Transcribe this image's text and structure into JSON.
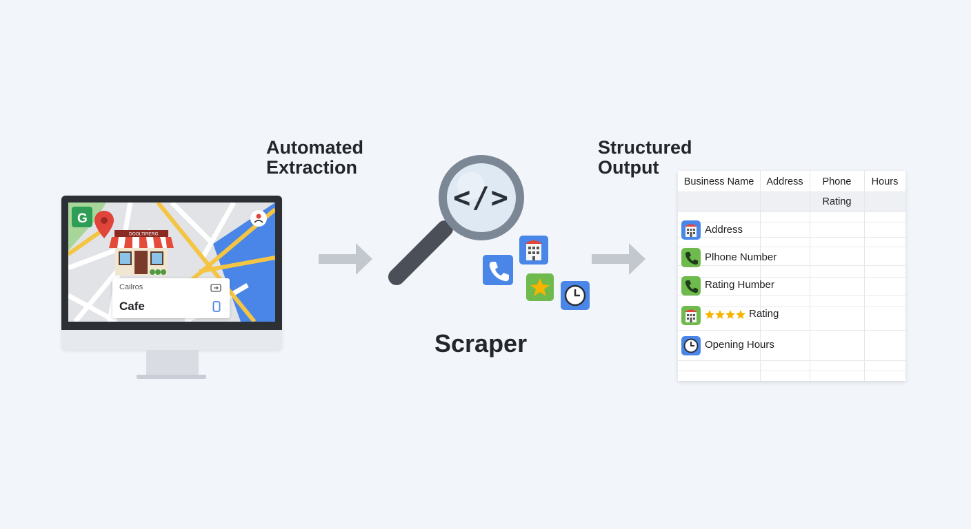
{
  "labels": {
    "automated": [
      "Automated",
      "Extraction"
    ],
    "structured": [
      "Structured",
      "Output"
    ],
    "scraper": "Scraper"
  },
  "monitor": {
    "card_small": "Cailros",
    "card_main": "Cafe",
    "shop_sign": "DOOLTIRERG"
  },
  "scraper_icon": {
    "code_glyph": "</>"
  },
  "table": {
    "headers": [
      "Business Name",
      "Address",
      "Phone",
      "Hours"
    ],
    "subheader": "Rating",
    "rows": [
      {
        "label": "Address",
        "icon": "building-icon"
      },
      {
        "label": "Plhone Number",
        "icon": "phone-icon"
      },
      {
        "label": "Rating Humber",
        "icon": "phone-icon"
      },
      {
        "label": "Rating",
        "icon": "building-icon",
        "stars": 4
      },
      {
        "label": "Opening Hours",
        "icon": "clock-icon"
      }
    ]
  },
  "colors": {
    "background": "#f2f5f9",
    "map_road": "#f4c542",
    "map_water": "#4a86e8",
    "map_park": "#a8d69a",
    "pin_red": "#e0443a",
    "awning_red": "#e34b3b",
    "magnifier_rim": "#7c8796",
    "magnifier_handle": "#4b5058",
    "icon_blue": "#4a86e8",
    "icon_green": "#6fba4c",
    "star_yellow": "#f4b400",
    "arrow_gray": "#c3c8cf"
  }
}
